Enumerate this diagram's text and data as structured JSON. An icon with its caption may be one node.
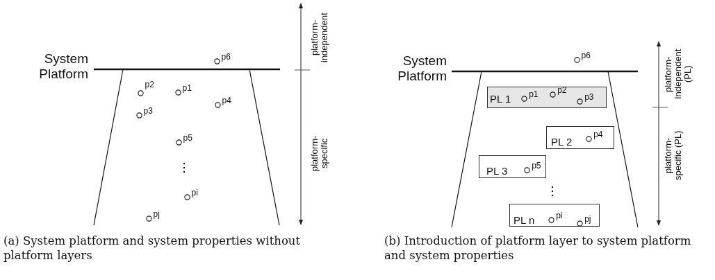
{
  "diagram": {
    "nodes": [
      {
        "text": [],
        "shape": "circle",
        "beside": [
          "p6"
        ]
      },
      {
        "text": [],
        "shape": "circle",
        "beside": [
          "p2"
        ]
      },
      {
        "text": [],
        "shape": "circle",
        "beside": [
          "p1"
        ]
      },
      {
        "text": [],
        "shape": "circle",
        "beside": [
          "p4"
        ]
      },
      {
        "text": [],
        "shape": "circle",
        "beside": [
          "p3"
        ]
      },
      {
        "text": [],
        "shape": "circle",
        "beside": [
          "p5"
        ]
      },
      {
        "text": [],
        "shape": "circle",
        "beside": [
          "pi"
        ]
      },
      {
        "text": [],
        "shape": "circle",
        "beside": [
          "pj"
        ]
      },
      {
        "text": [],
        "shape": "circle",
        "beside": [
          "p6"
        ]
      },
      {
        "text": [
          "PL 1"
        ]
      },
      {
        "text": [],
        "shape": "circle",
        "beside": [
          "p1"
        ],
        "in": 9
      },
      {
        "text": [],
        "shape": "circle",
        "beside": [
          "p2"
        ],
        "in": 9
      },
      {
        "text": [],
        "shape": "circle",
        "beside": [
          "p3"
        ],
        "in": 9
      },
      {
        "text": [
          "PL 2"
        ]
      },
      {
        "text": [],
        "shape": "circle",
        "beside": [
          "p4"
        ],
        "in": 13
      },
      {
        "text": [
          "PL 3"
        ]
      },
      {
        "text": [],
        "shape": "circle",
        "beside": [
          "p5"
        ],
        "in": 15
      },
      {
        "text": [
          "PL n"
        ]
      },
      {
        "text": [],
        "shape": "circle",
        "beside": [
          "pi"
        ],
        "in": 17
      },
      {
        "text": [],
        "shape": "circle",
        "beside": [
          "pj"
        ],
        "in": 17
      }
    ],
    "edges": [],
    "labels": [
      "System Platform",
      "platform-independent",
      "platform-specific",
      "System Platform",
      "platform-Independent (PL)",
      "platform-specific (PL)",
      "(a) System platform and system properties without platform layers",
      "(b) Introduction of platform layer to system platform and system properties"
    ]
  }
}
